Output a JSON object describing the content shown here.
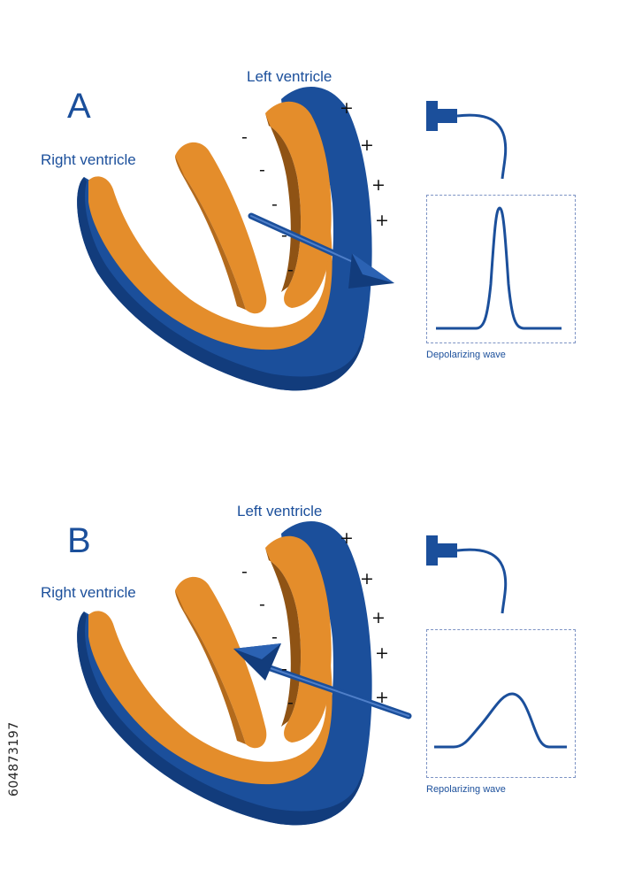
{
  "colors": {
    "blue": "#1b4f9b",
    "blue_dark": "#123c7c",
    "orange": "#e48d2b",
    "orange_dark": "#b36a1c",
    "orange_shadow": "#8f5314"
  },
  "panels": [
    {
      "letter": "A",
      "left_ventricle_label": "Left ventricle",
      "right_ventricle_label": "Right ventricle",
      "signs": {
        "minus": [
          "-",
          "-",
          "-",
          "-",
          "-"
        ],
        "plus": [
          "+",
          "+",
          "+",
          "+"
        ]
      },
      "vector_direction": "outward toward electrode",
      "trace_caption": "Depolarizing wave",
      "trace_shape": "tall narrow positive peak"
    },
    {
      "letter": "B",
      "left_ventricle_label": "Left ventricle",
      "right_ventricle_label": "Right ventricle",
      "signs": {
        "minus": [
          "-",
          "-",
          "-",
          "-",
          "-"
        ],
        "plus": [
          "+",
          "+",
          "+",
          "+",
          "+"
        ]
      },
      "vector_direction": "inward away from electrode",
      "trace_caption": "Repolarizing wave",
      "trace_shape": "broad low positive hump"
    }
  ],
  "watermark": "604873197",
  "icons": {
    "electrode": "electrode-icon",
    "vector": "vector-arrow-icon"
  }
}
